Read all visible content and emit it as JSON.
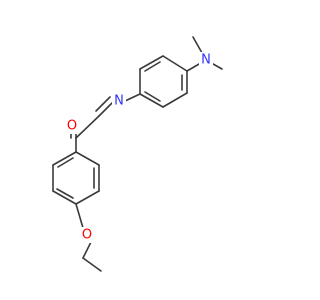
{
  "molecule": {
    "atoms": {
      "nitrogen_amine": "N",
      "nitrogen_imine": "N",
      "oxygen_carbonyl": "O",
      "oxygen_ether": "O"
    },
    "colors": {
      "bond": "#3a3a3a",
      "nitrogen": "#3333ff",
      "oxygen": "#ff0000",
      "background": "#ffffff"
    }
  }
}
